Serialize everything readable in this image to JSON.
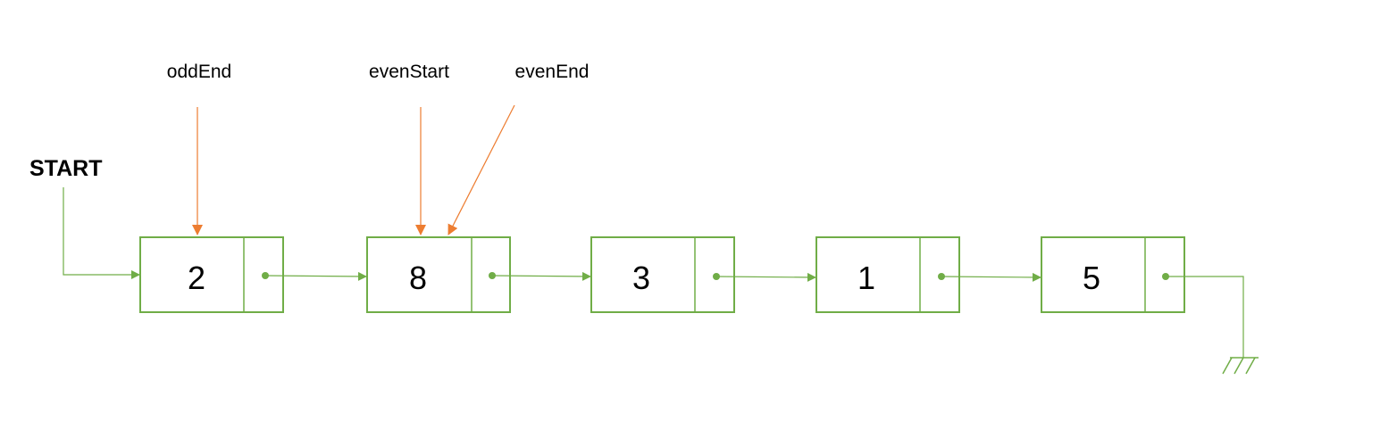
{
  "start_label": "START",
  "pointer_labels": {
    "odd_end": "oddEnd",
    "even_start": "evenStart",
    "even_end": "evenEnd"
  },
  "nodes": [
    "2",
    "8",
    "3",
    "1",
    "5"
  ],
  "colors": {
    "node": "#70AD47",
    "pointer": "#ED7D31",
    "text": "#000000"
  },
  "icons": {
    "terminator": "ground-icon"
  }
}
